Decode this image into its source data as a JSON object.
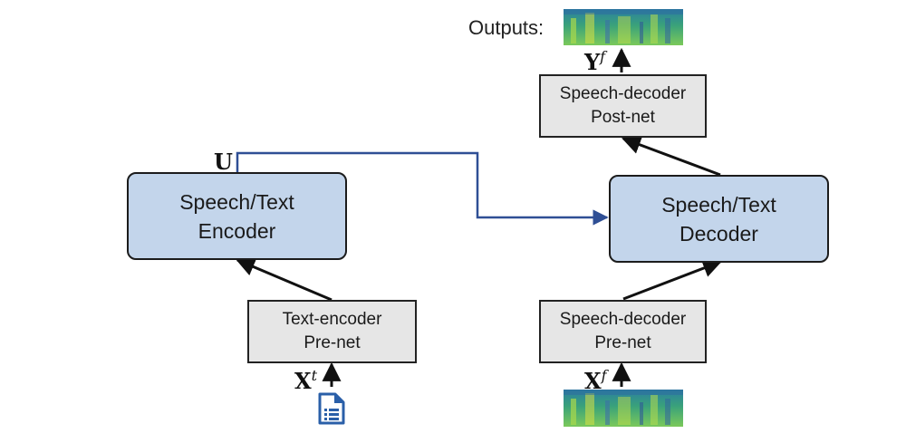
{
  "outputs_label": "Outputs:",
  "boxes": {
    "encoder": [
      "Speech/Text",
      "Encoder"
    ],
    "decoder": [
      "Speech/Text",
      "Decoder"
    ],
    "text_prenet": [
      "Text-encoder",
      "Pre-net"
    ],
    "speech_prenet": [
      "Speech-decoder",
      "Pre-net"
    ],
    "speech_postnet": [
      "Speech-decoder",
      "Post-net"
    ]
  },
  "symbols": {
    "u": "U",
    "xt_base": "X",
    "xt_sup": "t",
    "xf_base": "X",
    "xf_sup": "f",
    "yf_base": "Y",
    "yf_sup": "f"
  },
  "icons": {
    "input_text": "document-list-icon",
    "input_spectrogram": "spectrogram-icon",
    "output_spectrogram": "spectrogram-icon"
  },
  "colors": {
    "blue_box": "#c3d5eb",
    "gray_box": "#e6e6e6",
    "connector": "#2f4f95"
  }
}
